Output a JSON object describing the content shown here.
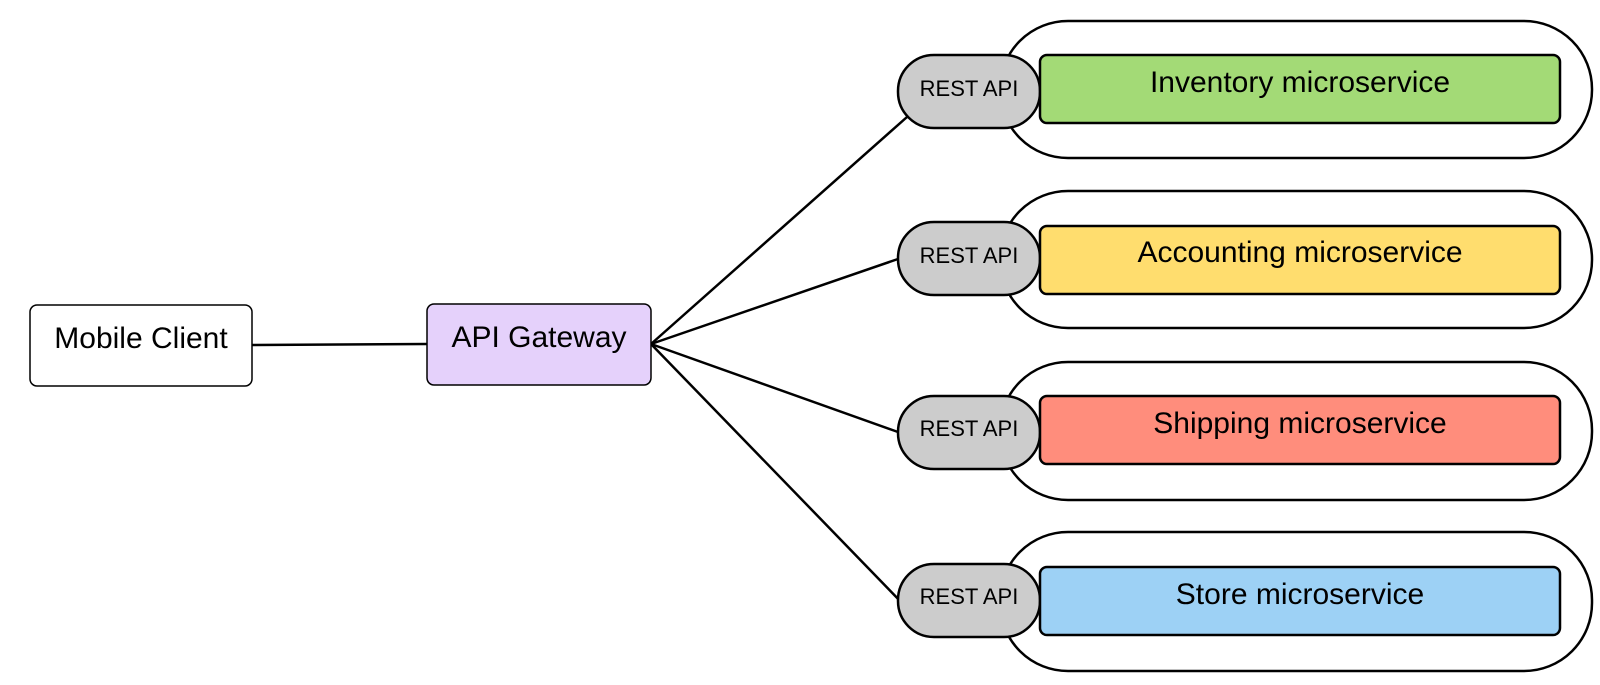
{
  "diagram": {
    "client": {
      "label": "Mobile Client",
      "fill": "#ffffff"
    },
    "gateway": {
      "label": "API Gateway",
      "fill": "#e5d1fb"
    },
    "rest_api_label": "REST API",
    "rest_api_fill": "#cccccc",
    "services": [
      {
        "id": "inventory",
        "label": "Inventory microservice",
        "fill": "#a3da76"
      },
      {
        "id": "accounting",
        "label": "Accounting microservice",
        "fill": "#ffdd6e"
      },
      {
        "id": "shipping",
        "label": "Shipping microservice",
        "fill": "#ff8d7c"
      },
      {
        "id": "store",
        "label": "Store microservice",
        "fill": "#9dd1f5"
      }
    ]
  }
}
